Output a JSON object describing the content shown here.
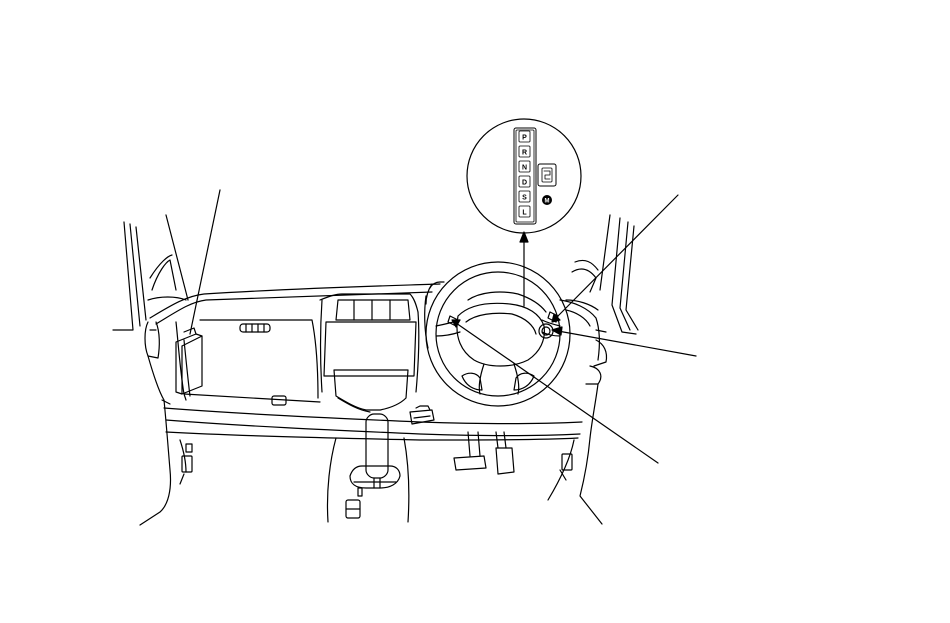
{
  "diagram": {
    "colors": {
      "stroke": "#000000",
      "background": "#ffffff"
    },
    "inset": {
      "gear_positions": [
        "P",
        "R",
        "N",
        "D",
        "S",
        "L"
      ],
      "mode_indicator": "M"
    }
  }
}
